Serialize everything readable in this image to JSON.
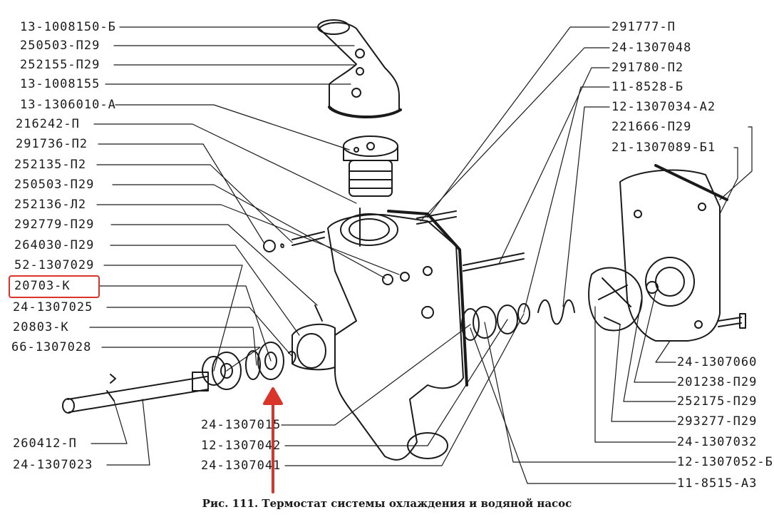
{
  "left_labels": [
    "13-1008150-Б",
    "250503-П29",
    "252155-П29",
    "13-1008155",
    "13-1306010-А",
    "216242-П",
    "291736-П2",
    "252135-П2",
    "250503-П29",
    "252136-Л2",
    "292779-П29",
    "264030-П29",
    "52-1307029",
    "20703-К",
    "24-1307025",
    "20803-К",
    "66-1307028"
  ],
  "left_bottom_labels": [
    "260412-П",
    "24-1307023"
  ],
  "center_bottom_labels": [
    "24-1307015",
    "12-1307042",
    "24-1307041"
  ],
  "right_labels": [
    "291777-П",
    "24-1307048",
    "291780-П2",
    "11-8528-Б",
    "12-1307034-А2",
    "221666-П29",
    "21-1307089-Б1"
  ],
  "right_bottom_labels": [
    "24-1307060",
    "201238-П29",
    "252175-П29",
    "293277-П29",
    "24-1307032",
    "12-1307052-Б",
    "11-8515-А3"
  ],
  "highlighted_label": "20703-К",
  "caption": "Рис. 111. Термостат системы охлаждения и водяной насос",
  "colors": {
    "ink": "#1a1a1a",
    "highlight": "#d9352b",
    "background": "#ffffff"
  }
}
